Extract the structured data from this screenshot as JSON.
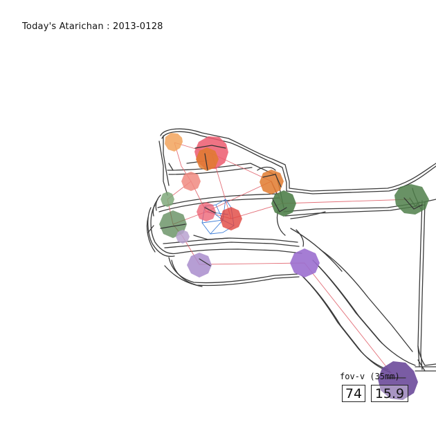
{
  "header": {
    "title": "Today's Atarichan : 2013-0128"
  },
  "hud": {
    "fov_label": "fov-v (35mm)",
    "fov_degrees": "74",
    "focal_mm": "15.9"
  },
  "colors": {
    "background": "#ffffff",
    "outline": "#3a3a3a",
    "skeleton_link": "#e0606a",
    "wire": "#3f7fd8",
    "joint_peach": "#f2a35c",
    "joint_rose": "#ec5b6e",
    "joint_orange": "#e07a2e",
    "joint_salmon": "#f08a80",
    "joint_green": "#4f7f4a",
    "joint_sage": "#7fa87a",
    "joint_lavender": "#b8a2d0",
    "joint_purple": "#9b6fcf",
    "joint_violet": "#6b4a9a"
  }
}
